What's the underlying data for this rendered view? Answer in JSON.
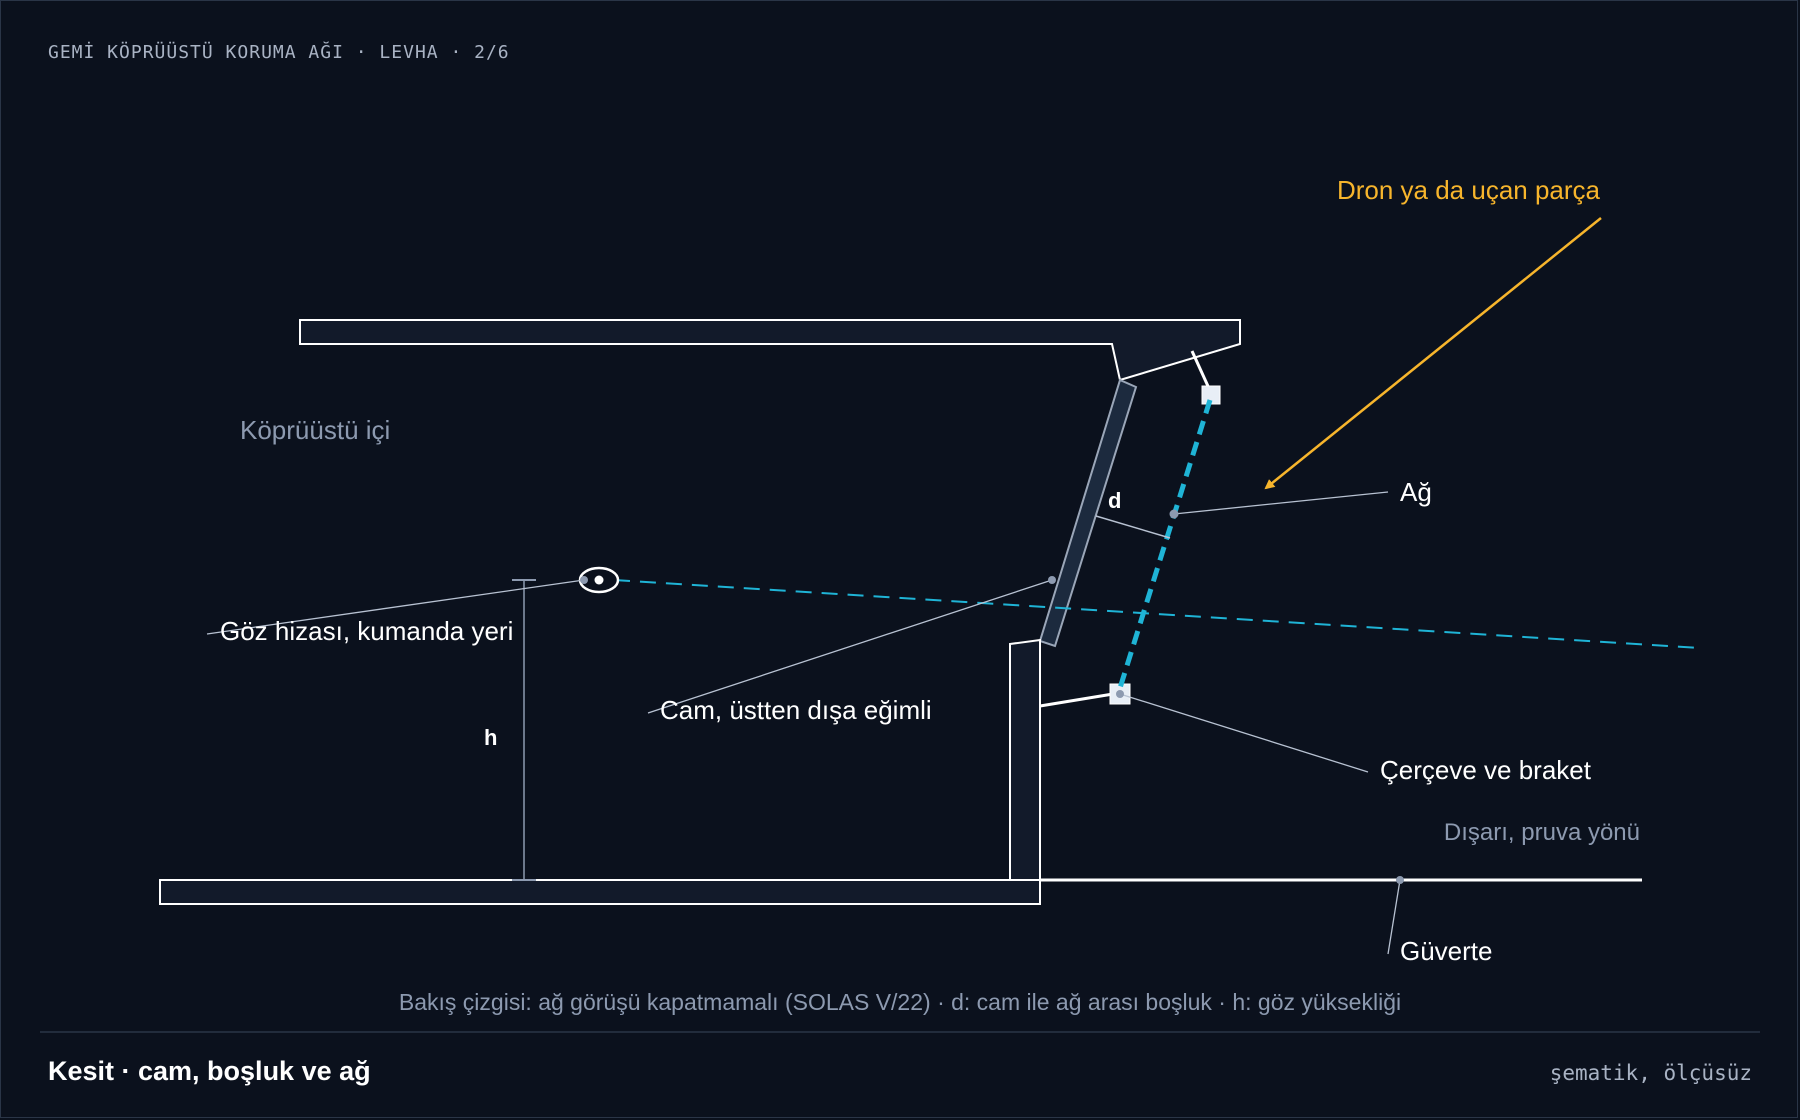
{
  "header": {
    "plate_label": "GEMİ KÖPRÜÜSTÜ KORUMA AĞI · LEVHA · 2/6"
  },
  "diagram": {
    "regions": {
      "inside": "Köprüüstü içi",
      "outside": "Dışarı, pruva yönü"
    },
    "callouts": {
      "drone": "Dron ya da uçan parça",
      "net": "Ağ",
      "eye": "Göz hizası, kumanda yeri",
      "glass": "Cam, üstten dışa eğimli",
      "bracket": "Çerçeve ve braket",
      "deck": "Güverte"
    },
    "dimensions": {
      "gap": "d",
      "height": "h"
    },
    "caption": "Bakış çizgisi: ağ görüşü kapatmamalı (SOLAS V/22) · d: cam ile ağ arası boşluk · h: göz yüksekliği"
  },
  "footer": {
    "title": "Kesit · cam, boşluk ve ağ",
    "note": "şematik, ölçüsüz"
  },
  "colors": {
    "background": "#0b111d",
    "line": "#ffffff",
    "net": "#1fb4d6",
    "sightline": "#1fb4d6",
    "accent": "#f7b52c",
    "muted": "#8d9ab0",
    "leader": "#b8c2d2",
    "glass_fill": "#1c2a3e"
  }
}
